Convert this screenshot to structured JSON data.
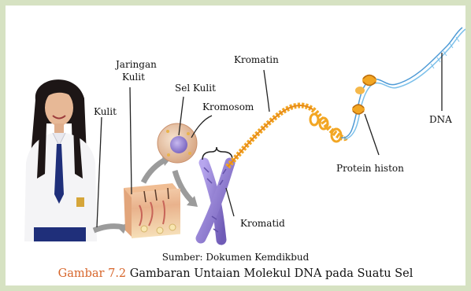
{
  "labels": {
    "kulit": "Kulit",
    "jaringan_kulit_line1": "Jaringan",
    "jaringan_kulit_line2": "Kulit",
    "sel_kulit": "Sel Kulit",
    "kromosom": "Kromosom",
    "kromatin": "Kromatin",
    "kromatid": "Kromatid",
    "protein_histon": "Protein histon",
    "dna": "DNA"
  },
  "source": "Sumber: Dokumen Kemdikbud",
  "caption": {
    "figure_number": "Gambar 7.2",
    "text": " Gambaran Untaian Molekul DNA pada Suatu Sel"
  },
  "colors": {
    "frame": "#d6e2c2",
    "caption_accent": "#d7652a",
    "chromatin": "#f2a623",
    "chromosome": "#8a78c6",
    "dna": "#4f9bd6"
  }
}
